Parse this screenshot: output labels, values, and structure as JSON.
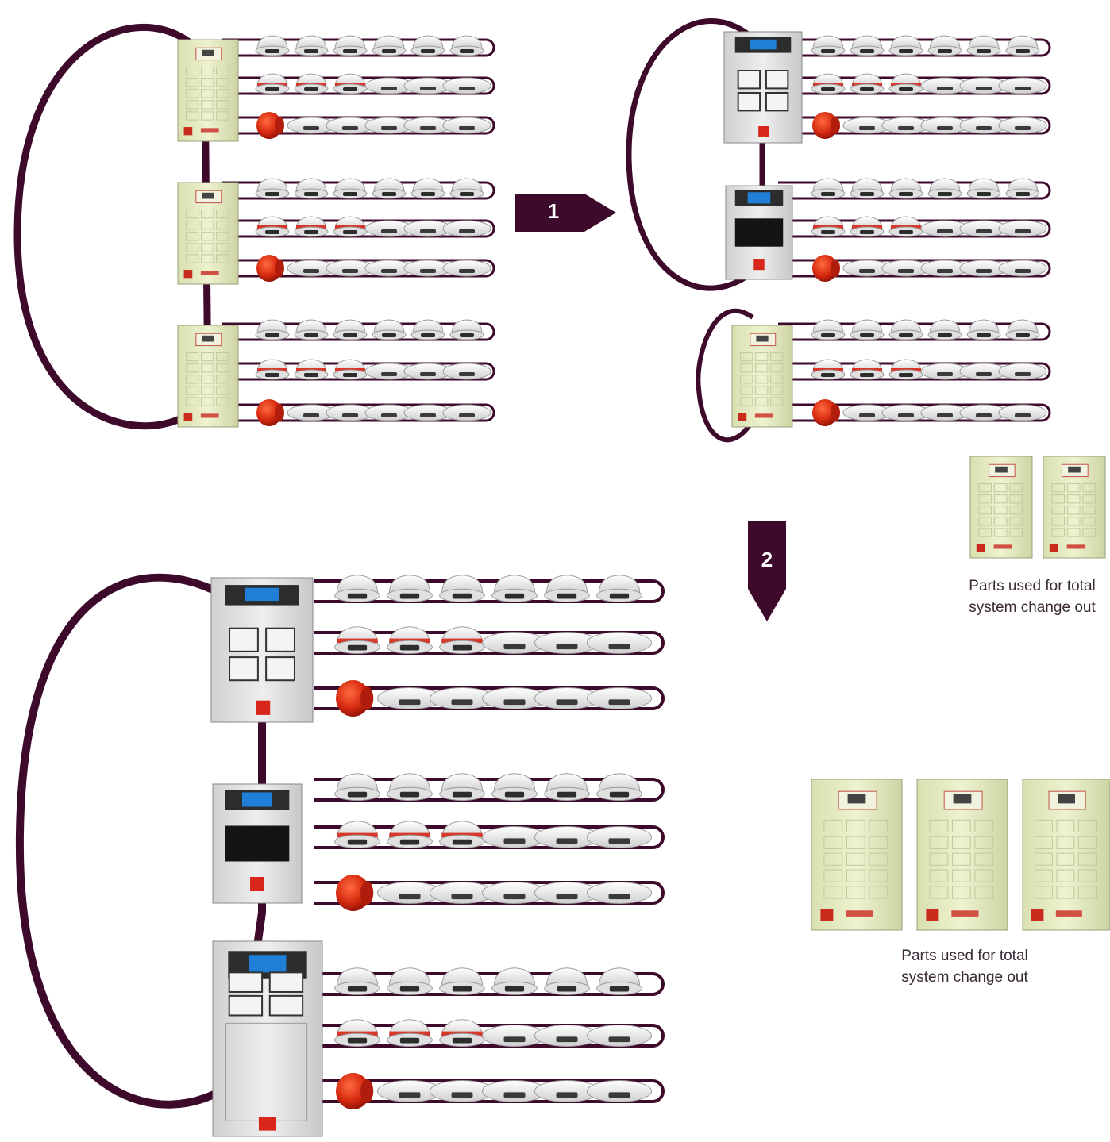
{
  "colors": {
    "loop": "#3d0a2b",
    "arrow": "#3d0a2b",
    "legacy_panel": "#e6edc2",
    "modern_panel": "#e4e4e4",
    "sounder": "#d62a10",
    "detector": "#f2f2f2",
    "detector_red_band": "#d8382c"
  },
  "steps": [
    {
      "label": "1"
    },
    {
      "label": "2"
    }
  ],
  "captions": [
    {
      "line1": "Parts used for total",
      "line2": "system change out"
    },
    {
      "line1": "Parts used for total",
      "line2": "system change out"
    }
  ],
  "icons": [
    "legacy-panel-icon",
    "modern-panel-icon",
    "smoke-detector-icon",
    "heat-detector-icon",
    "sounder-icon",
    "call-point-icon",
    "step-arrow-icon"
  ]
}
